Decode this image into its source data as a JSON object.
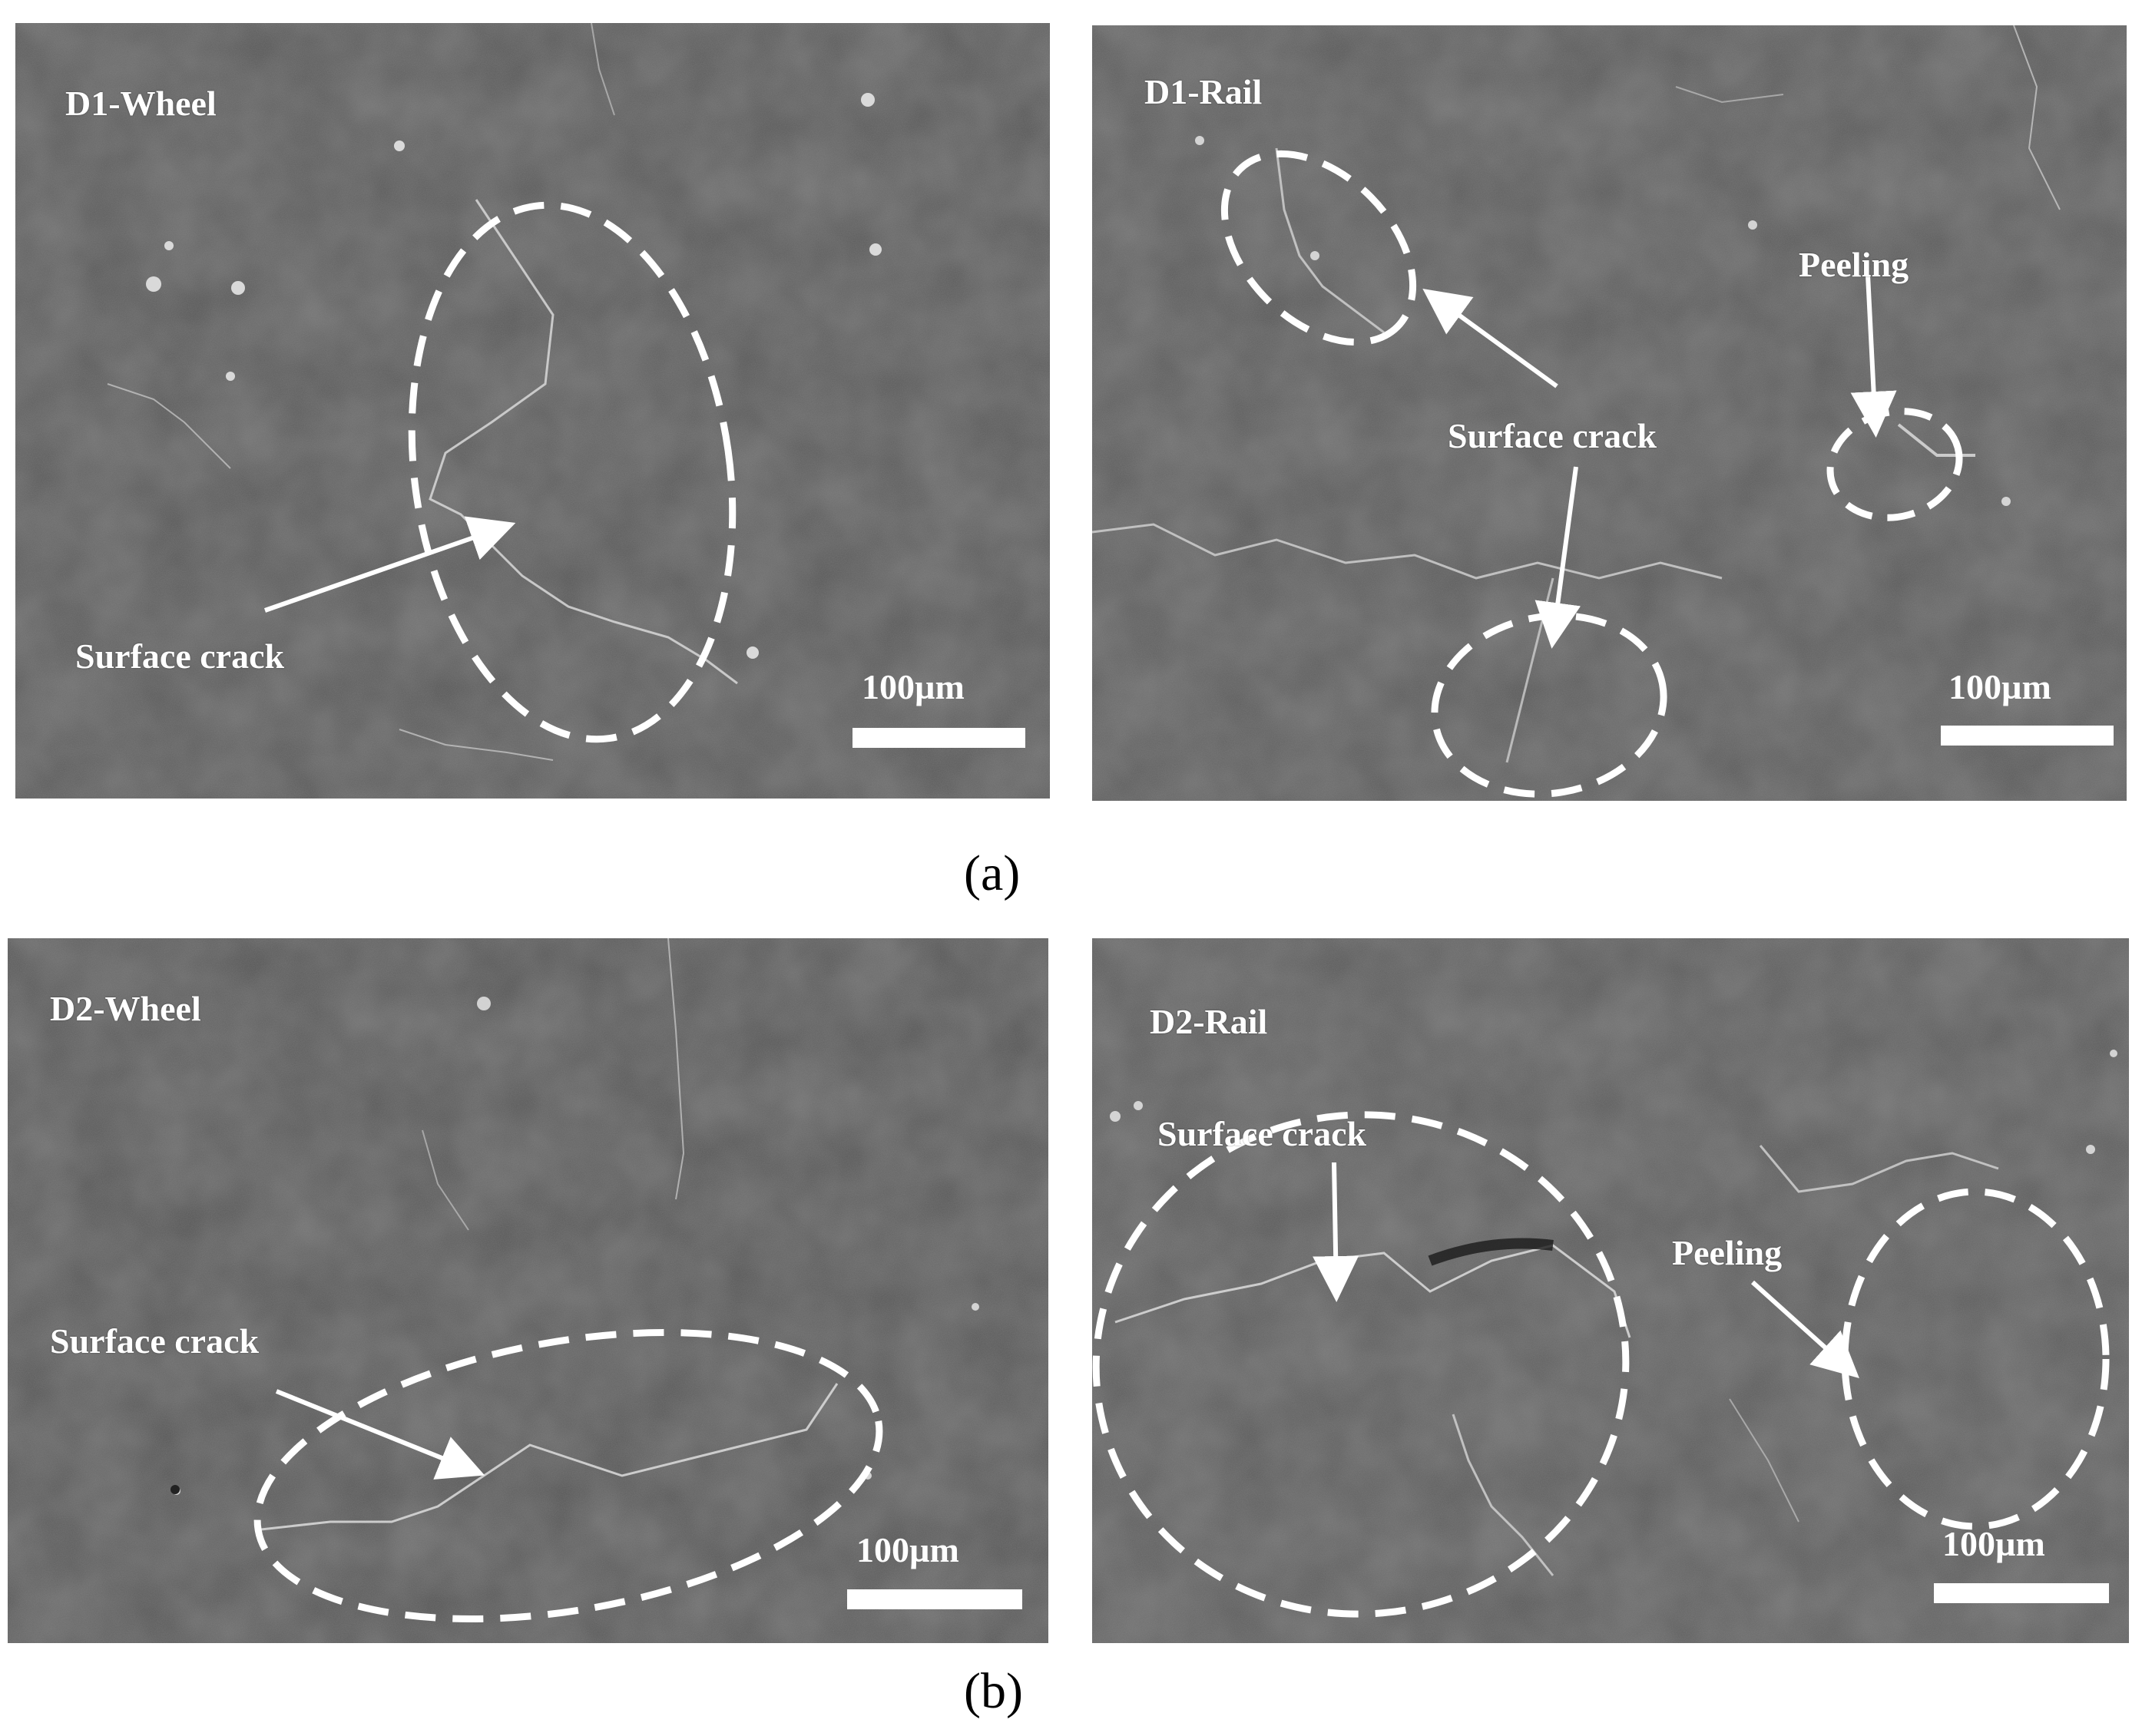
{
  "figure": {
    "panels": [
      {
        "sample_label": "D1-Wheel",
        "annotations": [
          "Surface crack"
        ],
        "scale_label": "100µm"
      },
      {
        "sample_label": "D1-Rail",
        "annotations": [
          "Peeling",
          "Surface crack"
        ],
        "scale_label": "100µm"
      },
      {
        "sample_label": "D2-Wheel",
        "annotations": [
          "Surface crack"
        ],
        "scale_label": "100µm"
      },
      {
        "sample_label": "D2-Rail",
        "annotations": [
          "Surface crack",
          "Peeling"
        ],
        "scale_label": "100µm"
      }
    ],
    "captions": [
      "(a)",
      "(b)"
    ]
  },
  "colors": {
    "background": "#ffffff",
    "sem_gray": "#555555",
    "annotation": "#ffffff"
  }
}
